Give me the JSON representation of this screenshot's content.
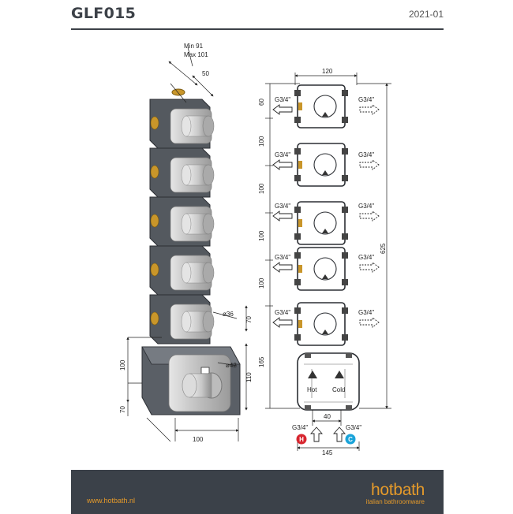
{
  "header": {
    "title": "GLF015",
    "date": "2021-01"
  },
  "iso": {
    "min_label": "Min 91",
    "max_label": "Max 101",
    "depth_label": "50",
    "knob_diam_label": "ø36",
    "knob_height_label": "70",
    "plate_diam_label": "ø42",
    "plate_height_label": "110",
    "left_100_label": "100",
    "left_70_label": "70",
    "bottom_100_label": "100"
  },
  "front": {
    "top_width_label": "120",
    "left_dims": [
      "60",
      "100",
      "100",
      "100",
      "100",
      "165"
    ],
    "total_label": "625",
    "thread_left": [
      "G3/4\"",
      "G3/4\"",
      "G3/4\"",
      "G3/4\"",
      "G3/4\""
    ],
    "thread_right": [
      "G3/4\"",
      "G3/4\"",
      "G3/4\"",
      "G3/4\"",
      "G3/4\""
    ],
    "hot_label": "Hot",
    "cold_label": "Cold",
    "center_dist_label": "40",
    "inlet_left_label": "G3/4\"",
    "inlet_right_label": "G3/4\"",
    "hot_badge": "H",
    "cold_badge": "C",
    "bottom_width_label": "145"
  },
  "colors": {
    "hot": "#d7262f",
    "cold": "#1aa3d9",
    "brass": "#c9962a",
    "accent": "#e59a2a",
    "footer": "#3b4149"
  },
  "footer": {
    "url": "www.hotbath.nl",
    "brand": "hotbath",
    "tagline": "italian bathroomware"
  }
}
